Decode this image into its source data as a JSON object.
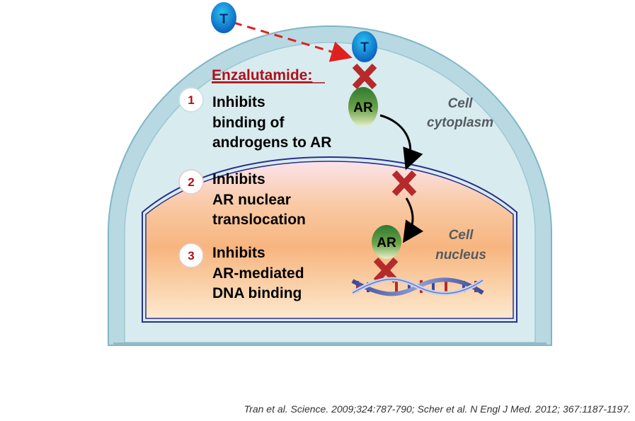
{
  "title": "Enzalutamide:",
  "steps": [
    {
      "number": "1",
      "lines": [
        "Inhibits",
        "binding of",
        "androgens to AR"
      ]
    },
    {
      "number": "2",
      "lines": [
        "Inhibits",
        "AR nuclear",
        "translocation"
      ]
    },
    {
      "number": "3",
      "lines": [
        "Inhibits",
        "AR-mediated",
        "DNA binding"
      ]
    }
  ],
  "regions": {
    "cytoplasm": [
      "Cell",
      "cytoplasm"
    ],
    "nucleus": [
      "Cell",
      "nucleus"
    ]
  },
  "molecules": {
    "testosterone": "T",
    "receptor": "AR"
  },
  "citation": "Tran et al. Science. 2009;324:787-790; Scher et al. N Engl J Med. 2012; 367:1187-1197.",
  "colors": {
    "inhibition_x": "#b52a2a",
    "title_red": "#b0101a",
    "arrow_dashed": "#e02020",
    "cell_membrane": "#b8d9e2",
    "cytoplasm": "#d8ebef",
    "nuclear_envelope": "#2a2f8a"
  },
  "icons": [
    "inhibition-x-icon",
    "curved-arrow-icon",
    "dashed-arrow-icon",
    "dna-helix-icon"
  ]
}
